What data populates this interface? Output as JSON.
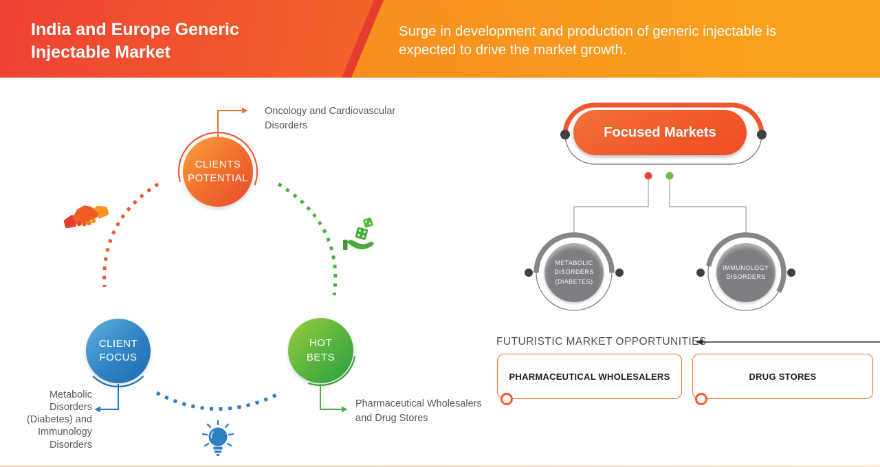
{
  "header": {
    "title": "India and Europe Generic\nInjectable Market",
    "subtitle": "Surge in development and production of generic injectable is\nexpected to drive the market growth."
  },
  "cycle": {
    "clients_potential": {
      "label": "CLIENTS\nPOTENTIAL",
      "callout": "Oncology and Cardiovascular\nDisorders"
    },
    "client_focus": {
      "label": "CLIENT\nFOCUS",
      "callout": "Metabolic\nDisorders\n(Diabetes) and\nImmunology\nDisorders"
    },
    "hot_bets": {
      "label": "HOT\nBETS",
      "callout": "Pharmaceutical Wholesalers\nand Drug Stores"
    }
  },
  "focused_markets": {
    "title": "Focused Markets",
    "nodes": [
      {
        "label": "METABOLIC\nDISORDERS\n(DIABETES)"
      },
      {
        "label": "IMMUNOLOGY\nDISORDERS"
      }
    ]
  },
  "opportunities": {
    "title": "FUTURISTIC MARKET OPPORTUNITIES",
    "items": [
      {
        "label": "PHARMACEUTICAL WHOLESALERS"
      },
      {
        "label": "DRUG STORES"
      }
    ]
  },
  "icons": {
    "handshake": "handshake-icon",
    "hand_dice": "hand-dice-icon",
    "lightbulb": "lightbulb-icon"
  },
  "colors": {
    "banner_red": "#ee4133",
    "banner_orange": "#f9a21d",
    "accent_orange": "#f1572f",
    "accent_blue": "#2d7ec3",
    "accent_green": "#52b33c",
    "node_gray": "#7d7e81",
    "dot_red": "#e9453c",
    "dot_green": "#6cbf4a",
    "text_gray": "#58595b"
  }
}
